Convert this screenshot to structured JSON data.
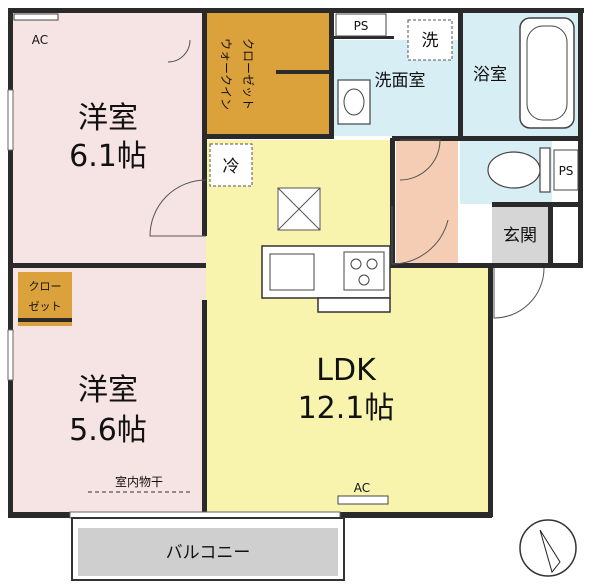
{
  "rooms": {
    "bedroom_upper": {
      "name": "洋室",
      "size": "6.1帖"
    },
    "bedroom_lower": {
      "name": "洋室",
      "size": "5.6帖"
    },
    "ldk": {
      "name": "LDK",
      "size": "12.1帖"
    },
    "walk_in_closet": {
      "lines": [
        "ウォークイン",
        "クローゼット"
      ]
    },
    "closet": {
      "lines": [
        "クロー",
        "ゼット"
      ]
    },
    "washroom": {
      "name": "洗面室"
    },
    "bathroom": {
      "name": "浴室"
    },
    "entrance": {
      "name": "玄関"
    },
    "balcony": {
      "name": "バルコニー"
    }
  },
  "labels": {
    "ac_bedroom": "AC",
    "ac_ldk": "AC",
    "ps_top": "PS",
    "ps_right": "PS",
    "washer": "洗",
    "fridge": "冷",
    "indoor_drying": "室内物干"
  },
  "colors": {
    "bedroom": "#f6e3e3",
    "ldk": "#f8f4ae",
    "closet": "#dba23c",
    "wet": "#d8eef5",
    "hall": "#f5cdb4",
    "entrance": "#d6d6d6",
    "balcony": "#cfcfcf"
  }
}
